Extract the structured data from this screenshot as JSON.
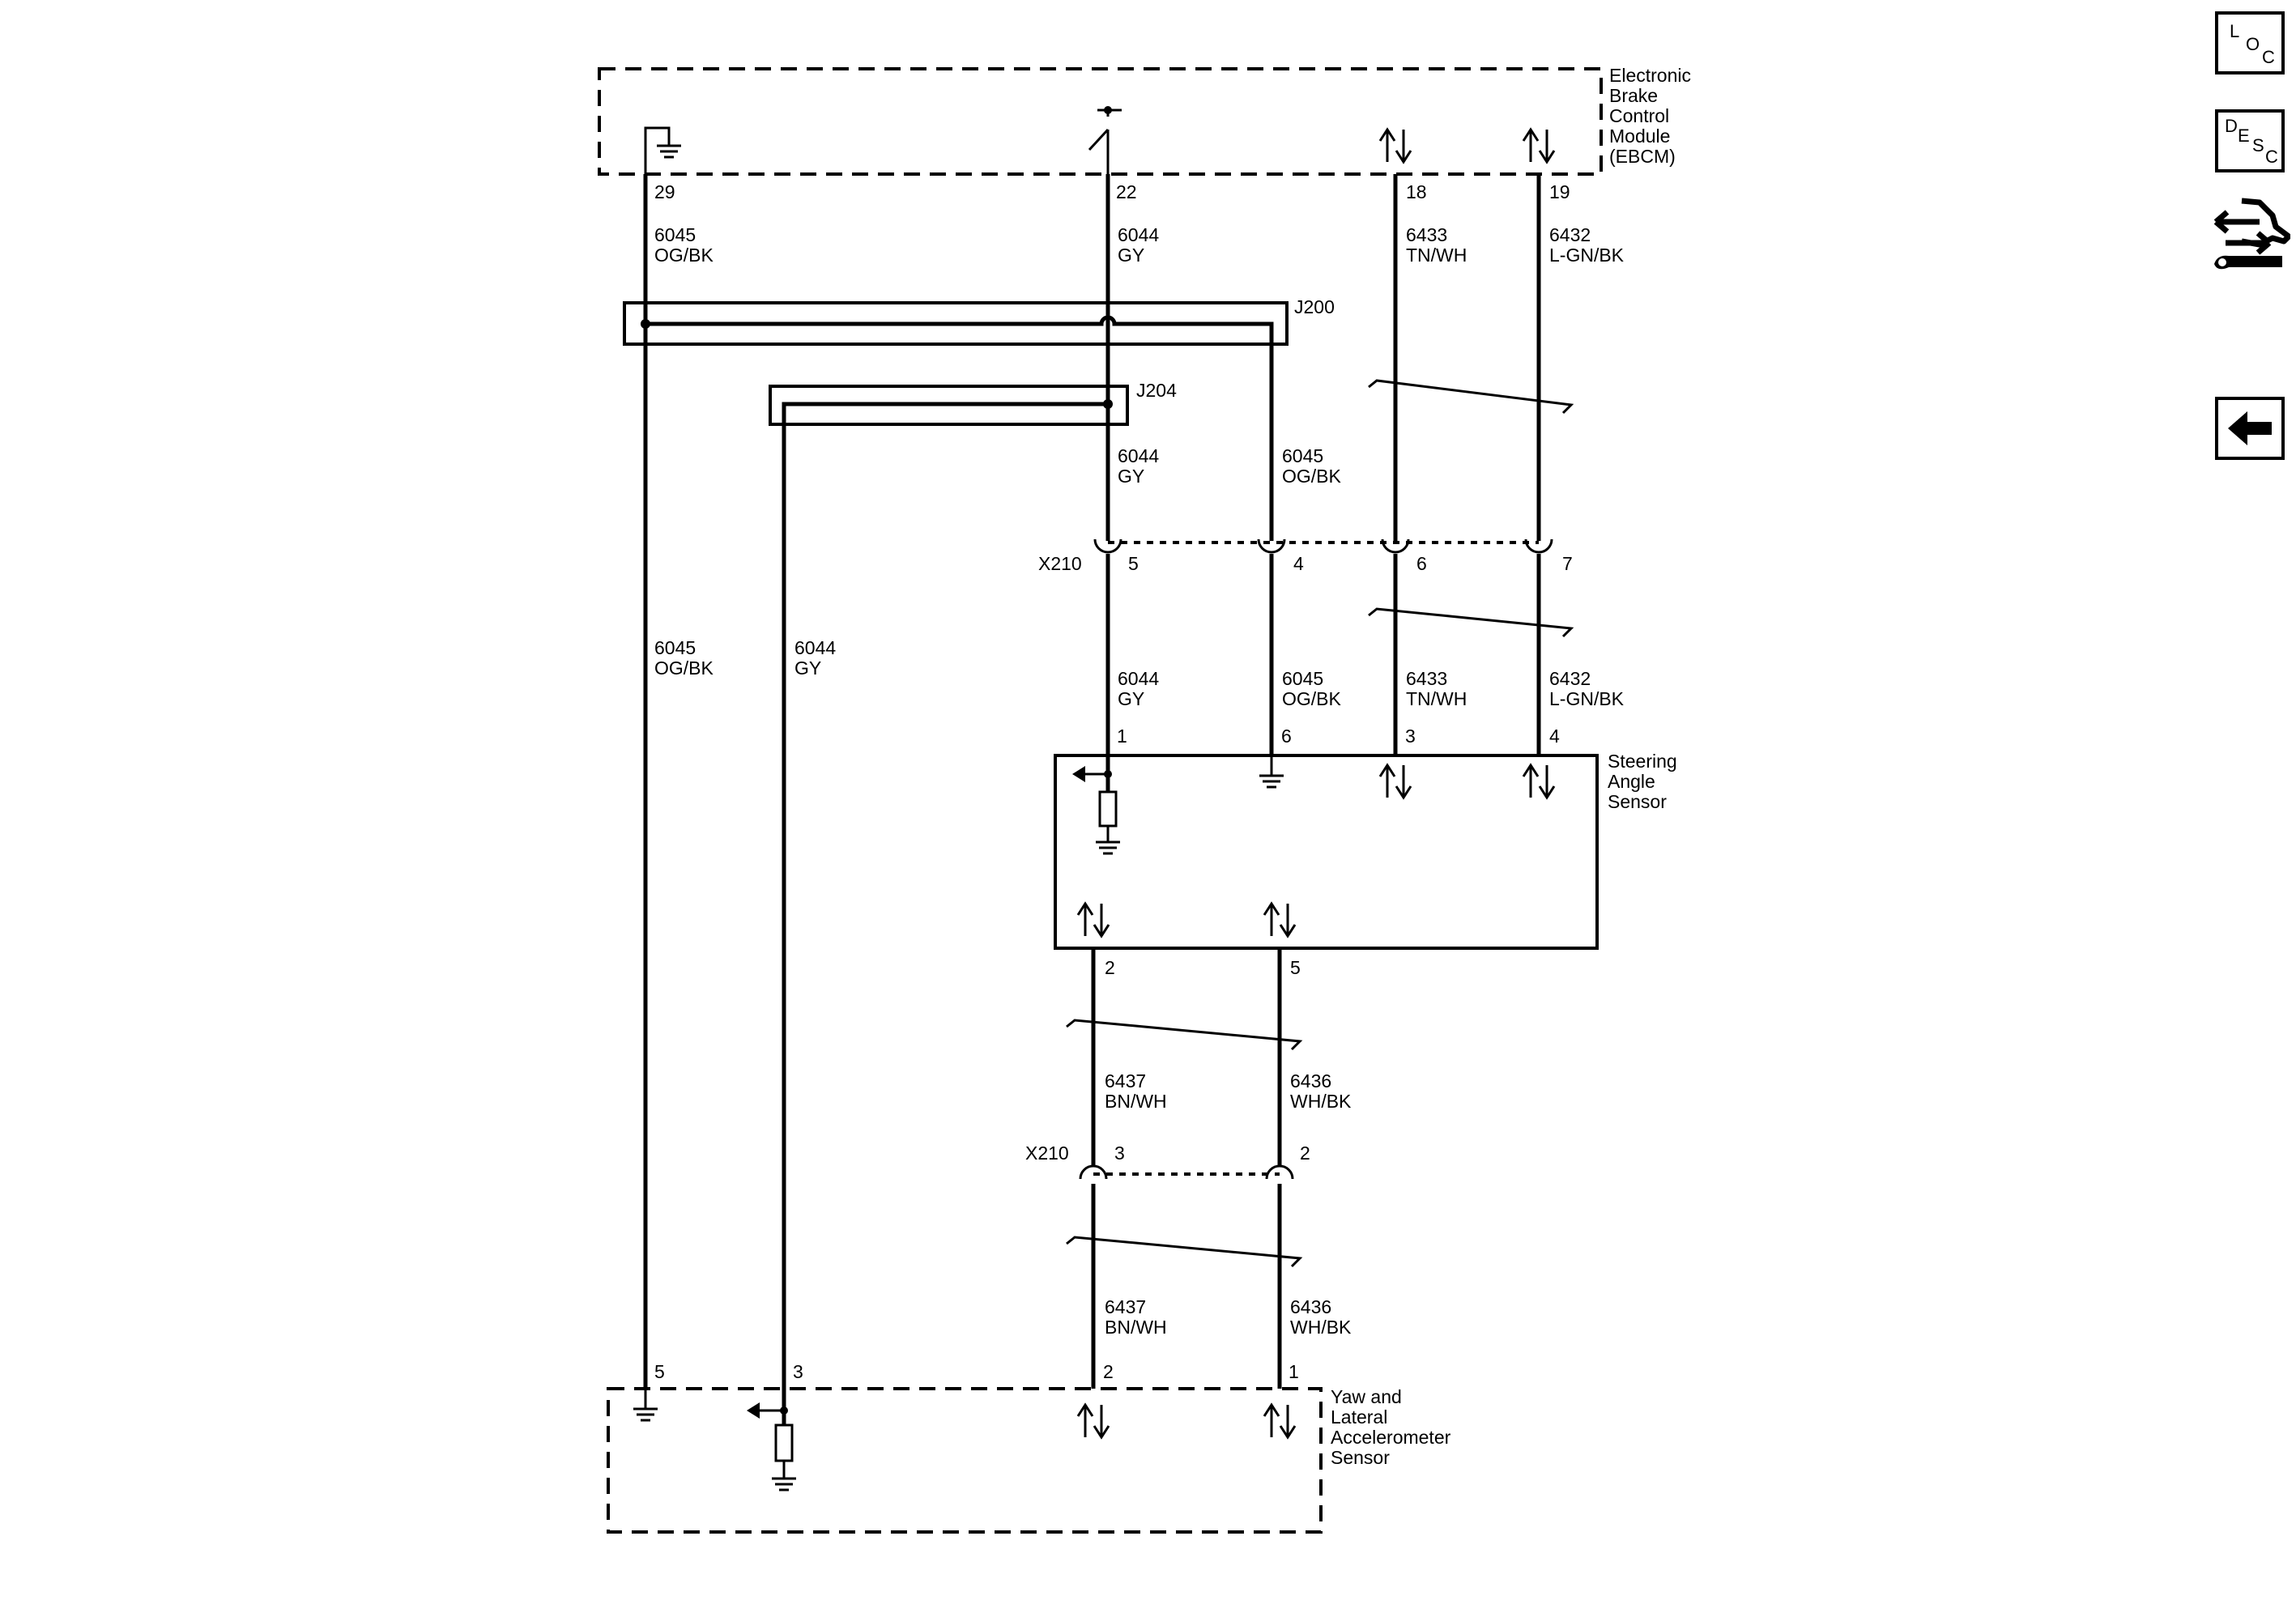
{
  "nav": {
    "loc": {
      "l1": "L",
      "l2": "O",
      "l3": "C"
    },
    "desc": {
      "l1": "D",
      "l2": "E",
      "l3": "S",
      "l4": "C"
    }
  },
  "ebcm": {
    "name": [
      "Electronic",
      "Brake",
      "Control",
      "Module",
      "(EBCM)"
    ],
    "pins": {
      "p29": "29",
      "p22": "22",
      "p18": "18",
      "p19": "19"
    }
  },
  "wires": {
    "w6045": {
      "num": "6045",
      "color": "OG/BK"
    },
    "w6044": {
      "num": "6044",
      "color": "GY"
    },
    "w6433": {
      "num": "6433",
      "color": "TN/WH"
    },
    "w6432": {
      "num": "6432",
      "color": "L-GN/BK"
    },
    "w6437": {
      "num": "6437",
      "color": "BN/WH"
    },
    "w6436": {
      "num": "6436",
      "color": "WH/BK"
    }
  },
  "splices": {
    "j200": "J200",
    "j204": "J204"
  },
  "x210": {
    "label": "X210",
    "upper_pins": {
      "p5": "5",
      "p4": "4",
      "p6": "6",
      "p7": "7"
    },
    "lower_pins": {
      "p3": "3",
      "p2": "2"
    }
  },
  "sas": {
    "name": [
      "Steering",
      "Angle",
      "Sensor"
    ],
    "pins": {
      "p1": "1",
      "p6": "6",
      "p3": "3",
      "p4": "4",
      "p2": "2",
      "p5": "5"
    }
  },
  "yaw": {
    "name": [
      "Yaw and",
      "Lateral",
      "Accelerometer",
      "Sensor"
    ],
    "pins": {
      "p5": "5",
      "p3": "3",
      "p2": "2",
      "p1": "1"
    }
  }
}
